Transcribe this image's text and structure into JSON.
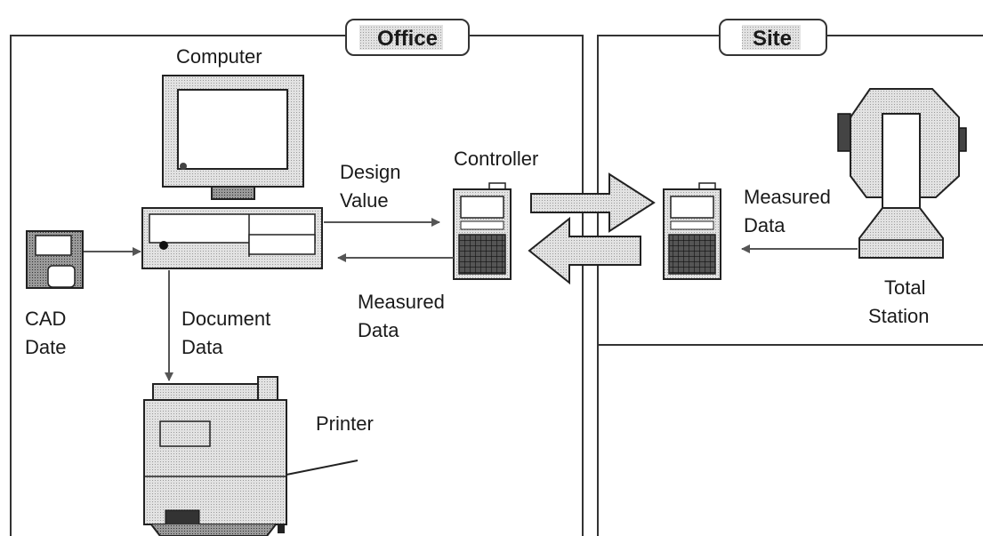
{
  "regions": {
    "office": "Office",
    "site": "Site"
  },
  "labels": {
    "computer": "Computer",
    "controller": "Controller",
    "design_value": [
      "Design",
      "Value"
    ],
    "measured_data_office": [
      "Measured",
      "Data"
    ],
    "measured_data_site": [
      "Measured",
      "Data"
    ],
    "document_data": [
      "Document",
      "Data"
    ],
    "cad_date": [
      "CAD",
      "Date"
    ],
    "printer": "Printer",
    "total_station": [
      "Total",
      "Station"
    ]
  }
}
